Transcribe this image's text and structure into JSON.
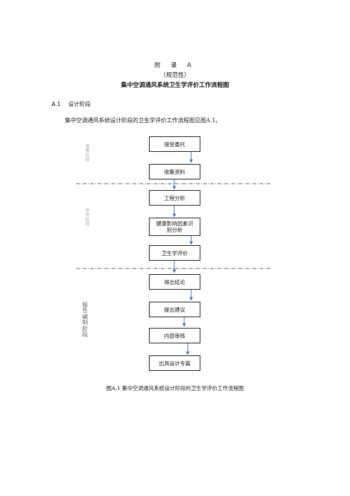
{
  "header": {
    "appendix": "附  录  A",
    "normative": "（规范性）",
    "title": "集中空调通风系统卫生学评价工作流程图"
  },
  "section": {
    "number": "A.1",
    "heading": "设计阶段",
    "intro": "集中空调通风系统设计阶段的卫生学评价工作流程图见图A.1。"
  },
  "stages": [
    {
      "label": "准备阶段"
    },
    {
      "label": "评价阶段"
    },
    {
      "label": "报告编制阶段"
    }
  ],
  "flow": [
    {
      "label": "接受委托"
    },
    {
      "label": "收集资料"
    },
    {
      "label": "工程分析"
    },
    {
      "label": "健康影响因素识别分析"
    },
    {
      "label": "卫生学评价"
    },
    {
      "label": "得出结论"
    },
    {
      "label": "提出建议"
    },
    {
      "label": "内部审核"
    },
    {
      "label": "出具设计专篇"
    }
  ],
  "figure": {
    "caption": "图A.1    集中空调通风系统设计阶段的卫生学评价工作流程图"
  },
  "colors": {
    "arrow": "#4a7ab8",
    "divider": "#333333"
  }
}
